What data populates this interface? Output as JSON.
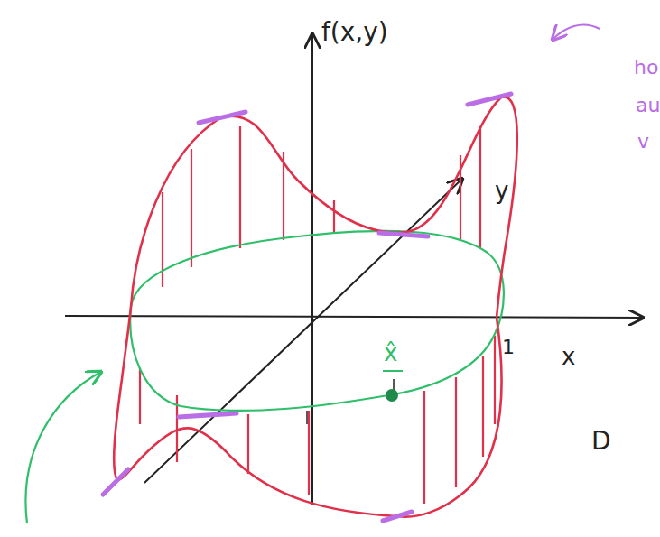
{
  "diagram": {
    "labels": [
      "f(x,y)",
      "y",
      "1",
      "x",
      "x̂",
      "D",
      "ho",
      "au",
      "v"
    ]
  }
}
